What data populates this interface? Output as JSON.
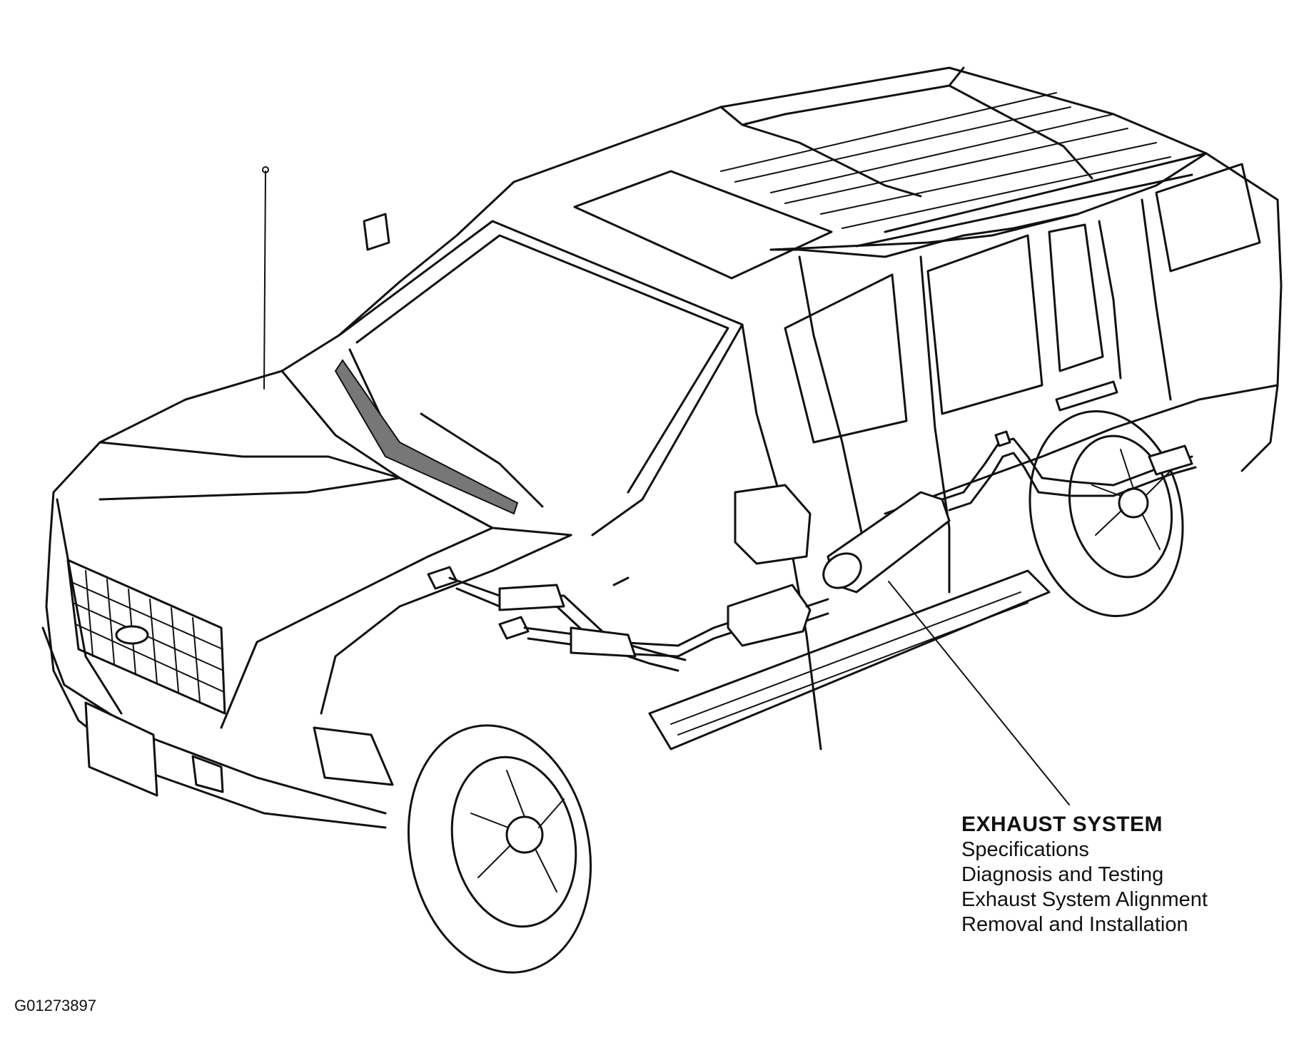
{
  "callout": {
    "title": "EXHAUST SYSTEM",
    "items": [
      "Specifications",
      "Diagnosis and Testing",
      "Exhaust System Alignment",
      "Removal and Installation"
    ]
  },
  "figure_id": "G01273897",
  "colors": {
    "ink": "#111111",
    "paper": "#ffffff"
  }
}
